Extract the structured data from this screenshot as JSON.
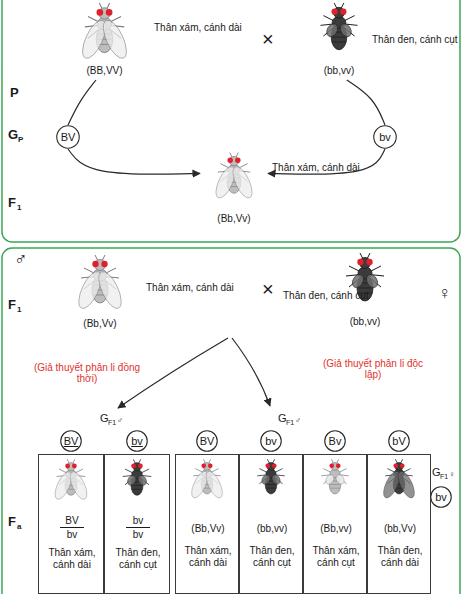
{
  "diagram": {
    "nodes": [
      {
        "text": [
          "Thân xám, cánh dài",
          "(BB,VV)"
        ]
      },
      {
        "text": [
          "Thân đen, cánh cụt",
          "(bb,vv)"
        ]
      },
      {
        "text": [
          "BV"
        ]
      },
      {
        "text": [
          "bv"
        ]
      },
      {
        "text": [
          "Thân xám, cánh dài",
          "(Bb,Vv)"
        ]
      },
      {
        "text": [
          "Thân xám, cánh dài",
          "(Bb,Vv)"
        ]
      },
      {
        "text": [
          "Thân đen, cánh cụt",
          "(bb,vv)"
        ]
      },
      {
        "text": [
          "BV"
        ]
      },
      {
        "text": [
          "bv"
        ]
      },
      {
        "text": [
          "BV"
        ]
      },
      {
        "text": [
          "bv"
        ]
      },
      {
        "text": [
          "Bv"
        ]
      },
      {
        "text": [
          "bV"
        ]
      },
      {
        "text": [
          "bv"
        ]
      },
      {
        "text": [
          "BV",
          "bv",
          "Thân xám, cánh dài"
        ]
      },
      {
        "text": [
          "bv",
          "bv",
          "Thân đen, cánh cụt"
        ]
      },
      {
        "text": [
          "(Bb,Vv)",
          "Thân xám, cánh dài"
        ]
      },
      {
        "text": [
          "(bb,vv)",
          "Thân đen, cánh cụt"
        ]
      },
      {
        "text": [
          "(Bb,vv)",
          "Thân xám, cánh cụt"
        ]
      },
      {
        "text": [
          "(bb,Vv)",
          "Thân đen, cánh dài"
        ]
      }
    ],
    "edges": [
      {
        "from": 0,
        "to": 2,
        "arrow": "none"
      },
      {
        "from": 2,
        "to": 4,
        "arrow": "to"
      },
      {
        "from": 1,
        "to": 3,
        "arrow": "none"
      },
      {
        "from": 3,
        "to": 4,
        "arrow": "to"
      }
    ],
    "labels": [
      "P",
      "G",
      "P",
      "F",
      "1",
      "×",
      "♂",
      "F",
      "1",
      "×",
      "♀",
      "(Giả thuyết phân li đồng thời)",
      "(Giả thuyết phân li độc lập)",
      "G",
      "F1",
      "♂",
      "G",
      "F1",
      "♂",
      "G",
      "F1",
      "♀",
      "F",
      "a"
    ]
  }
}
